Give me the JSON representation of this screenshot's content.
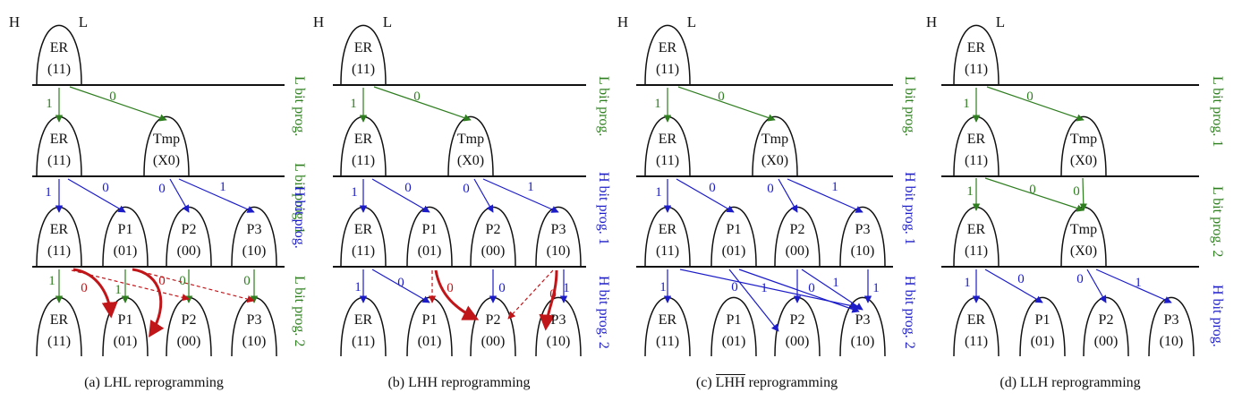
{
  "axis_letters": {
    "H": "H",
    "L": "L"
  },
  "states": {
    "ER": {
      "name": "ER",
      "code": "(11)"
    },
    "Tmp": {
      "name": "Tmp",
      "code": "(X0)"
    },
    "P1": {
      "name": "P1",
      "code": "(01)"
    },
    "P2": {
      "name": "P2",
      "code": "(00)"
    },
    "P3": {
      "name": "P3",
      "code": "(10)"
    }
  },
  "bits": {
    "zero": "0",
    "one": "1"
  },
  "stage_labels": {
    "l_bit_prog": "L bit prog.",
    "l_bit_prog_1": "L bit prog. 1",
    "l_bit_prog_2": "L bit prog. 2",
    "h_bit_prog": "H bit prog.",
    "h_bit_prog_1": "H bit prog. 1",
    "h_bit_prog_2": "H bit prog. 2"
  },
  "captions": {
    "a": "(a) LHL reprogramming",
    "b": "(b) LHH reprogramming",
    "c_prefix": "(c) ",
    "c_overline": "LHH",
    "c_suffix": " reprogramming",
    "d": "(d) LLH reprogramming"
  },
  "colors": {
    "green": "#2e7d1f",
    "blue": "#1c1cc8",
    "red": "#c0161a",
    "black": "#111111"
  }
}
